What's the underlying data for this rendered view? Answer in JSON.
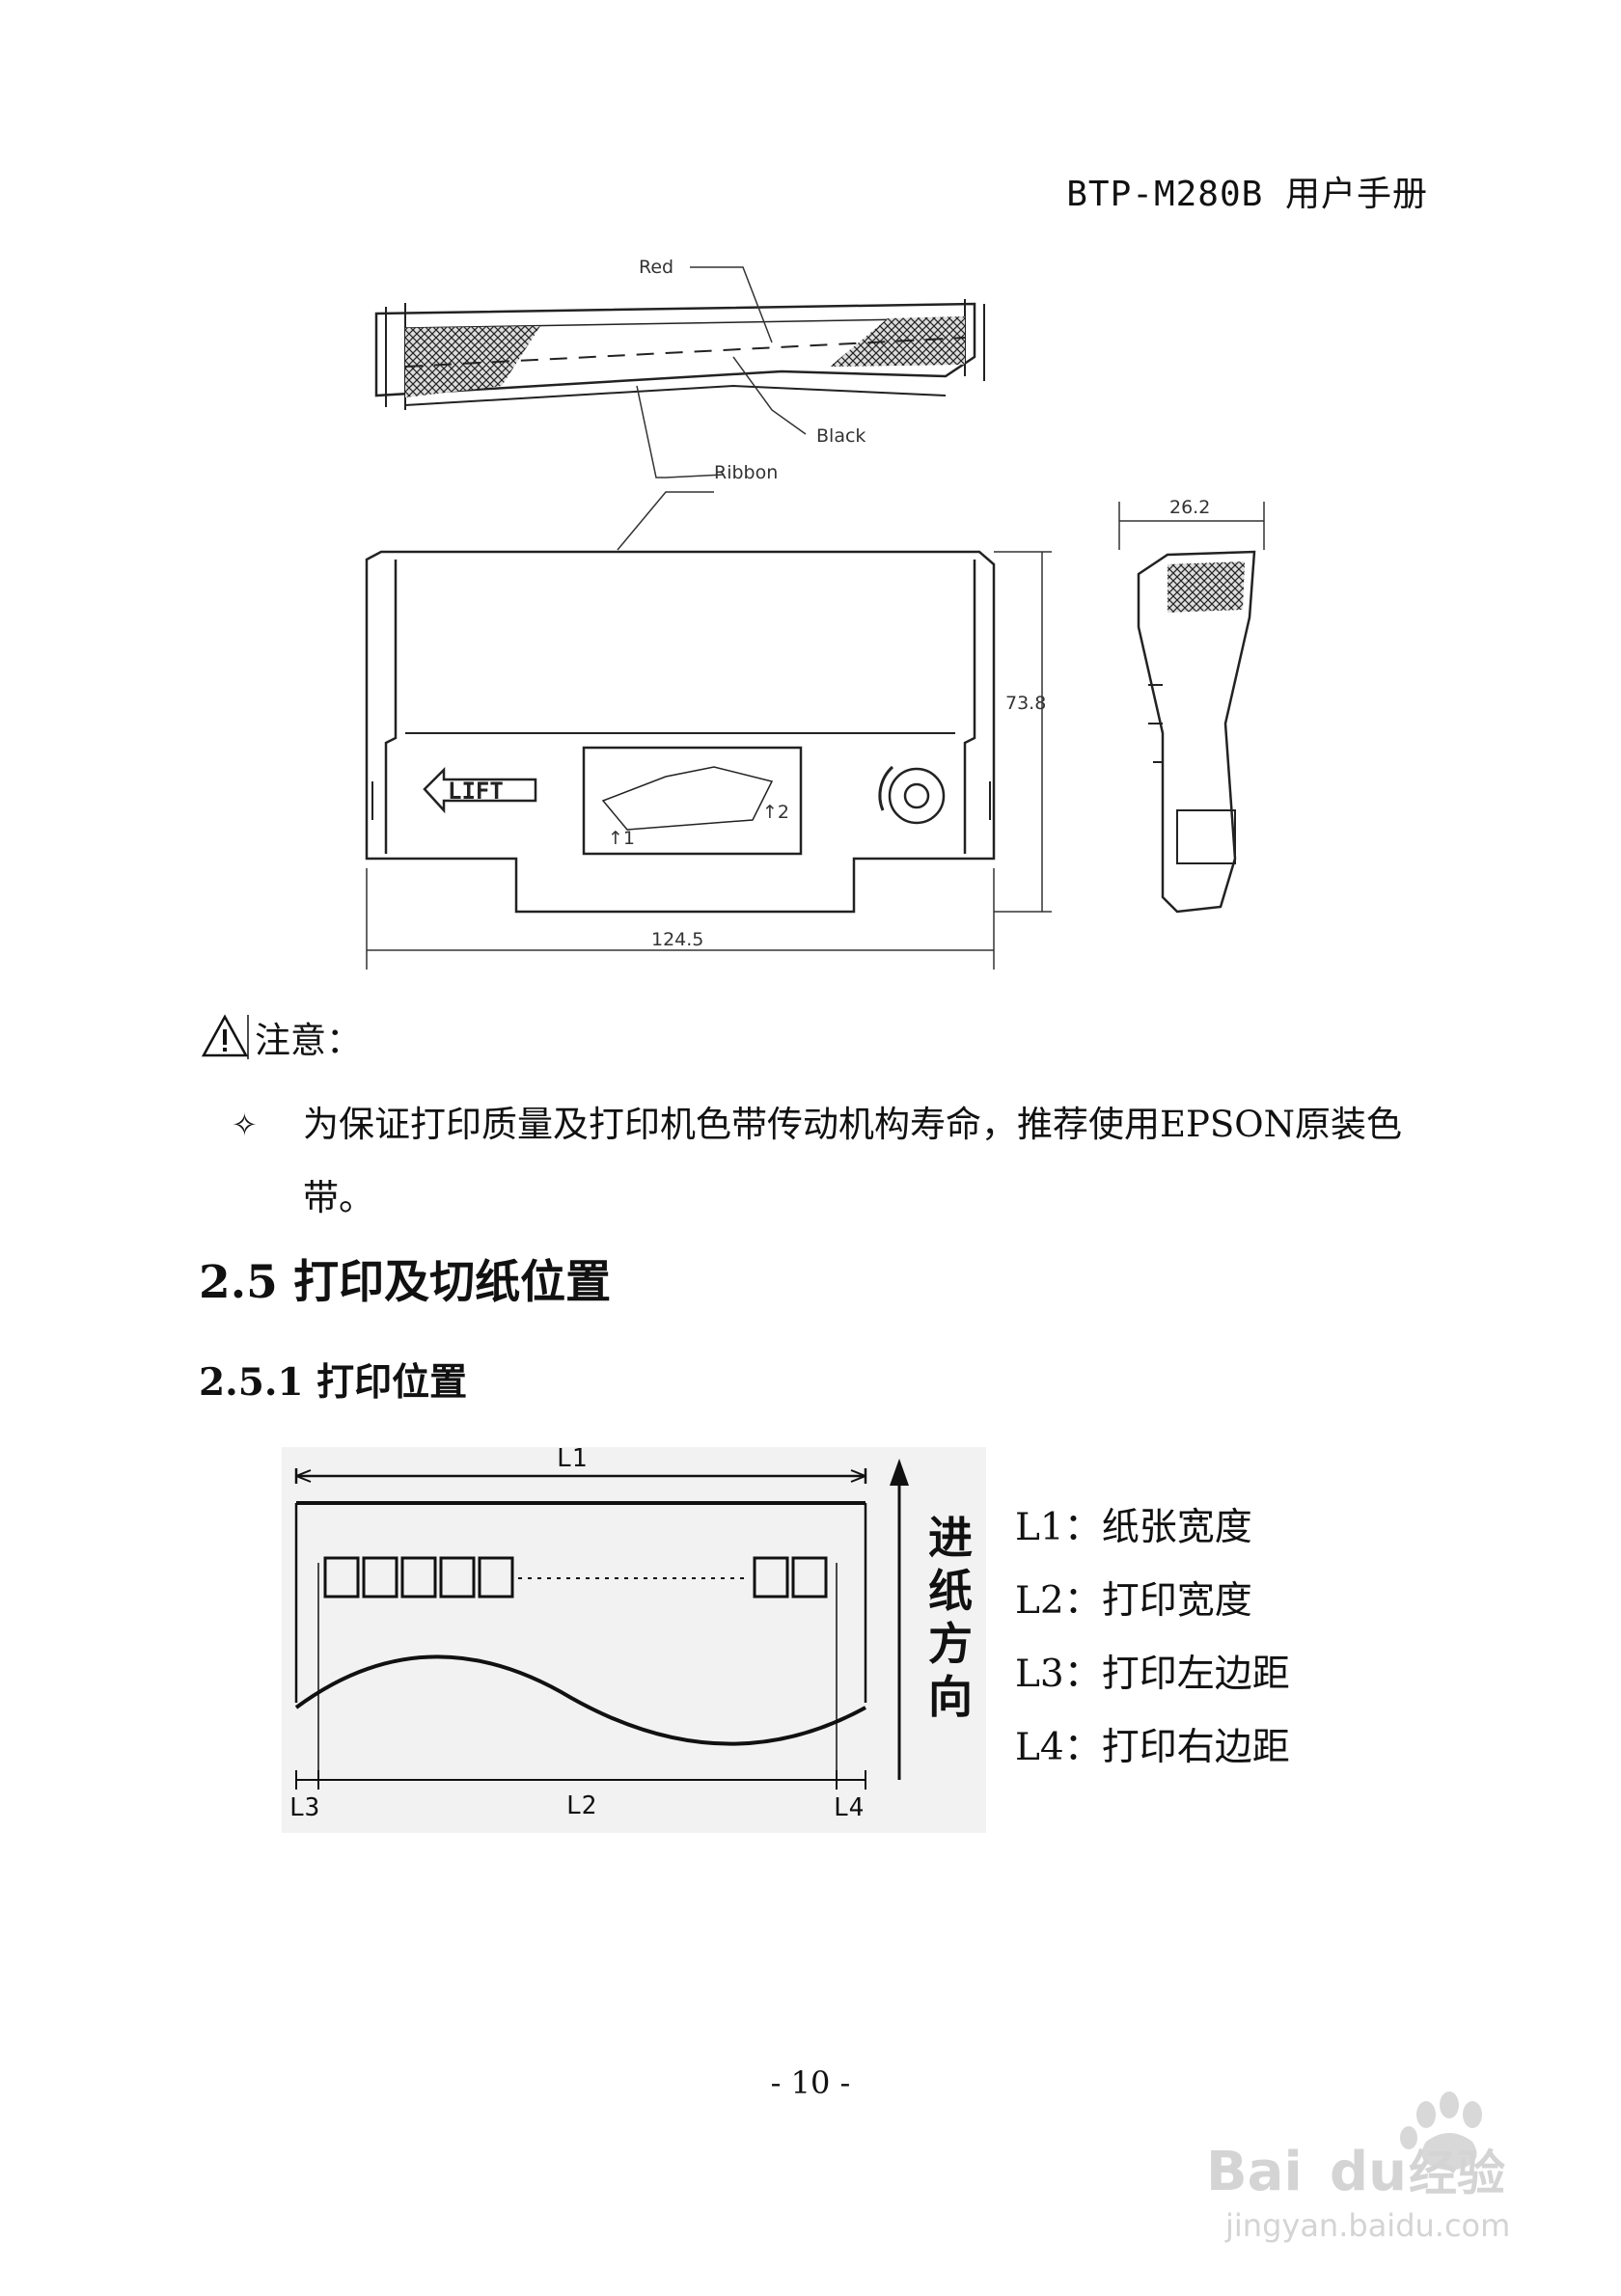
{
  "header": {
    "title": "BTP-M280B 用户手册"
  },
  "figure1": {
    "labels": {
      "red": "Red",
      "black": "Black",
      "ribbon": "Ribbon",
      "lift": "LIFT",
      "arrow1": "↑1",
      "arrow2": "↑2"
    },
    "dimensions": {
      "width": "124.5",
      "height": "73.8",
      "depth": "26.2"
    }
  },
  "note": {
    "title": "注意：",
    "bullet_glyph": "✧",
    "text": "为保证打印质量及打印机色带传动机构寿命，推荐使用EPSON原装色带。"
  },
  "section": {
    "heading": "2.5  打印及切纸位置"
  },
  "subsection": {
    "heading": "2.5.1  打印位置"
  },
  "figure2": {
    "labels": {
      "l1": "L1",
      "l2": "L2",
      "l3": "L3",
      "l4": "L4"
    },
    "direction_chars": [
      "进",
      "纸",
      "方",
      "向"
    ]
  },
  "legend": [
    {
      "text": "L1：纸张宽度"
    },
    {
      "text": "L2：打印宽度"
    },
    {
      "text": "L3：打印左边距"
    },
    {
      "text": "L4：打印右边距"
    }
  ],
  "footer": {
    "page_number": "- 10 -"
  },
  "watermark": {
    "brand": "Bai du 经验",
    "url": "jingyan.baidu.com"
  }
}
